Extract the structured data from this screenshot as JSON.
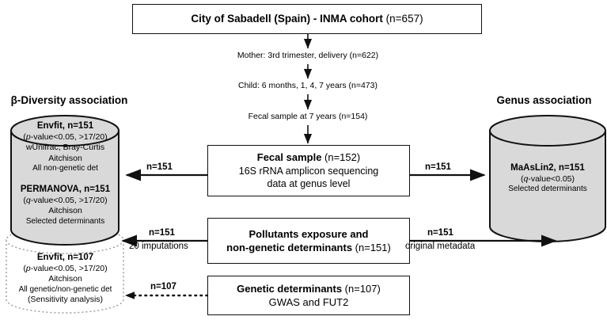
{
  "figure": {
    "type": "flowchart",
    "background": "#ffffff",
    "line_color": "#111111",
    "cylinder_fill": "#d9d9d9",
    "box_fill": "#ffffff"
  },
  "top_box": {
    "bold": "City of Sabadell (Spain) - INMA cohort",
    "plain": " (n=657)"
  },
  "flow_steps": [
    {
      "text": "Mother: 3rd trimester, delivery (n=622)"
    },
    {
      "text": "Child: 6 months, 1, 4, 7 years (n=473)"
    },
    {
      "text": "Fecal sample at 7 years (n=154)"
    }
  ],
  "fecal_box": {
    "line1_bold": "Fecal sample",
    "line1_plain": " (n=152)",
    "line2": "16S rRNA amplicon sequencing",
    "line3": "data at genus level"
  },
  "pollutants_box": {
    "line1_bold": "Pollutants exposure and",
    "line2_bold": "non-genetic determinants",
    "line2_plain": " (n=151)"
  },
  "genetic_box": {
    "line1_bold": "Genetic determinants",
    "line1_plain": " (n=107)",
    "line2": "GWAS and FUT2"
  },
  "left_section": {
    "heading": "β-Diversity association",
    "solid_cylinder": {
      "block_a": {
        "title": "Envfit, n=151",
        "criteria_italic": "p",
        "criteria_rest": "-value<0.05, >17/20)",
        "criteria_open": "(",
        "metric1": "wUnifrac, Bray-Curtis",
        "metric2": "Aitchison",
        "scope": "All non-genetic det"
      },
      "block_b": {
        "title": "PERMANOVA, n=151",
        "criteria_open": "(",
        "criteria_italic": "q",
        "criteria_rest": "-value<0.05, >17/20)",
        "metric1": "Aitchison",
        "scope": "Selected determinants"
      }
    },
    "dashed_cylinder": {
      "title": "Envfit, n=107",
      "criteria_open": "(",
      "criteria_italic": "p",
      "criteria_rest": "-value<0.05, >17/20)",
      "metric1": "Aitchison",
      "scope": "All genetic/non-genetic det",
      "note": "(Sensitivity analysis)"
    }
  },
  "right_section": {
    "heading": "Genus association",
    "cylinder": {
      "title": "MaAsLin2, n=151",
      "criteria_open": "(",
      "criteria_italic": "q",
      "criteria_rest": "-value<0.05)",
      "scope": "Selected determinants"
    }
  },
  "edges": {
    "fecal_to_left": "n=151",
    "fecal_to_right": "n=151",
    "pollutants_to_left_n": "n=151",
    "pollutants_to_left_sub": "20 imputations",
    "pollutants_to_right_n": "n=151",
    "pollutants_to_right_sub": "original metadata",
    "genetic_to_left": "n=107"
  }
}
